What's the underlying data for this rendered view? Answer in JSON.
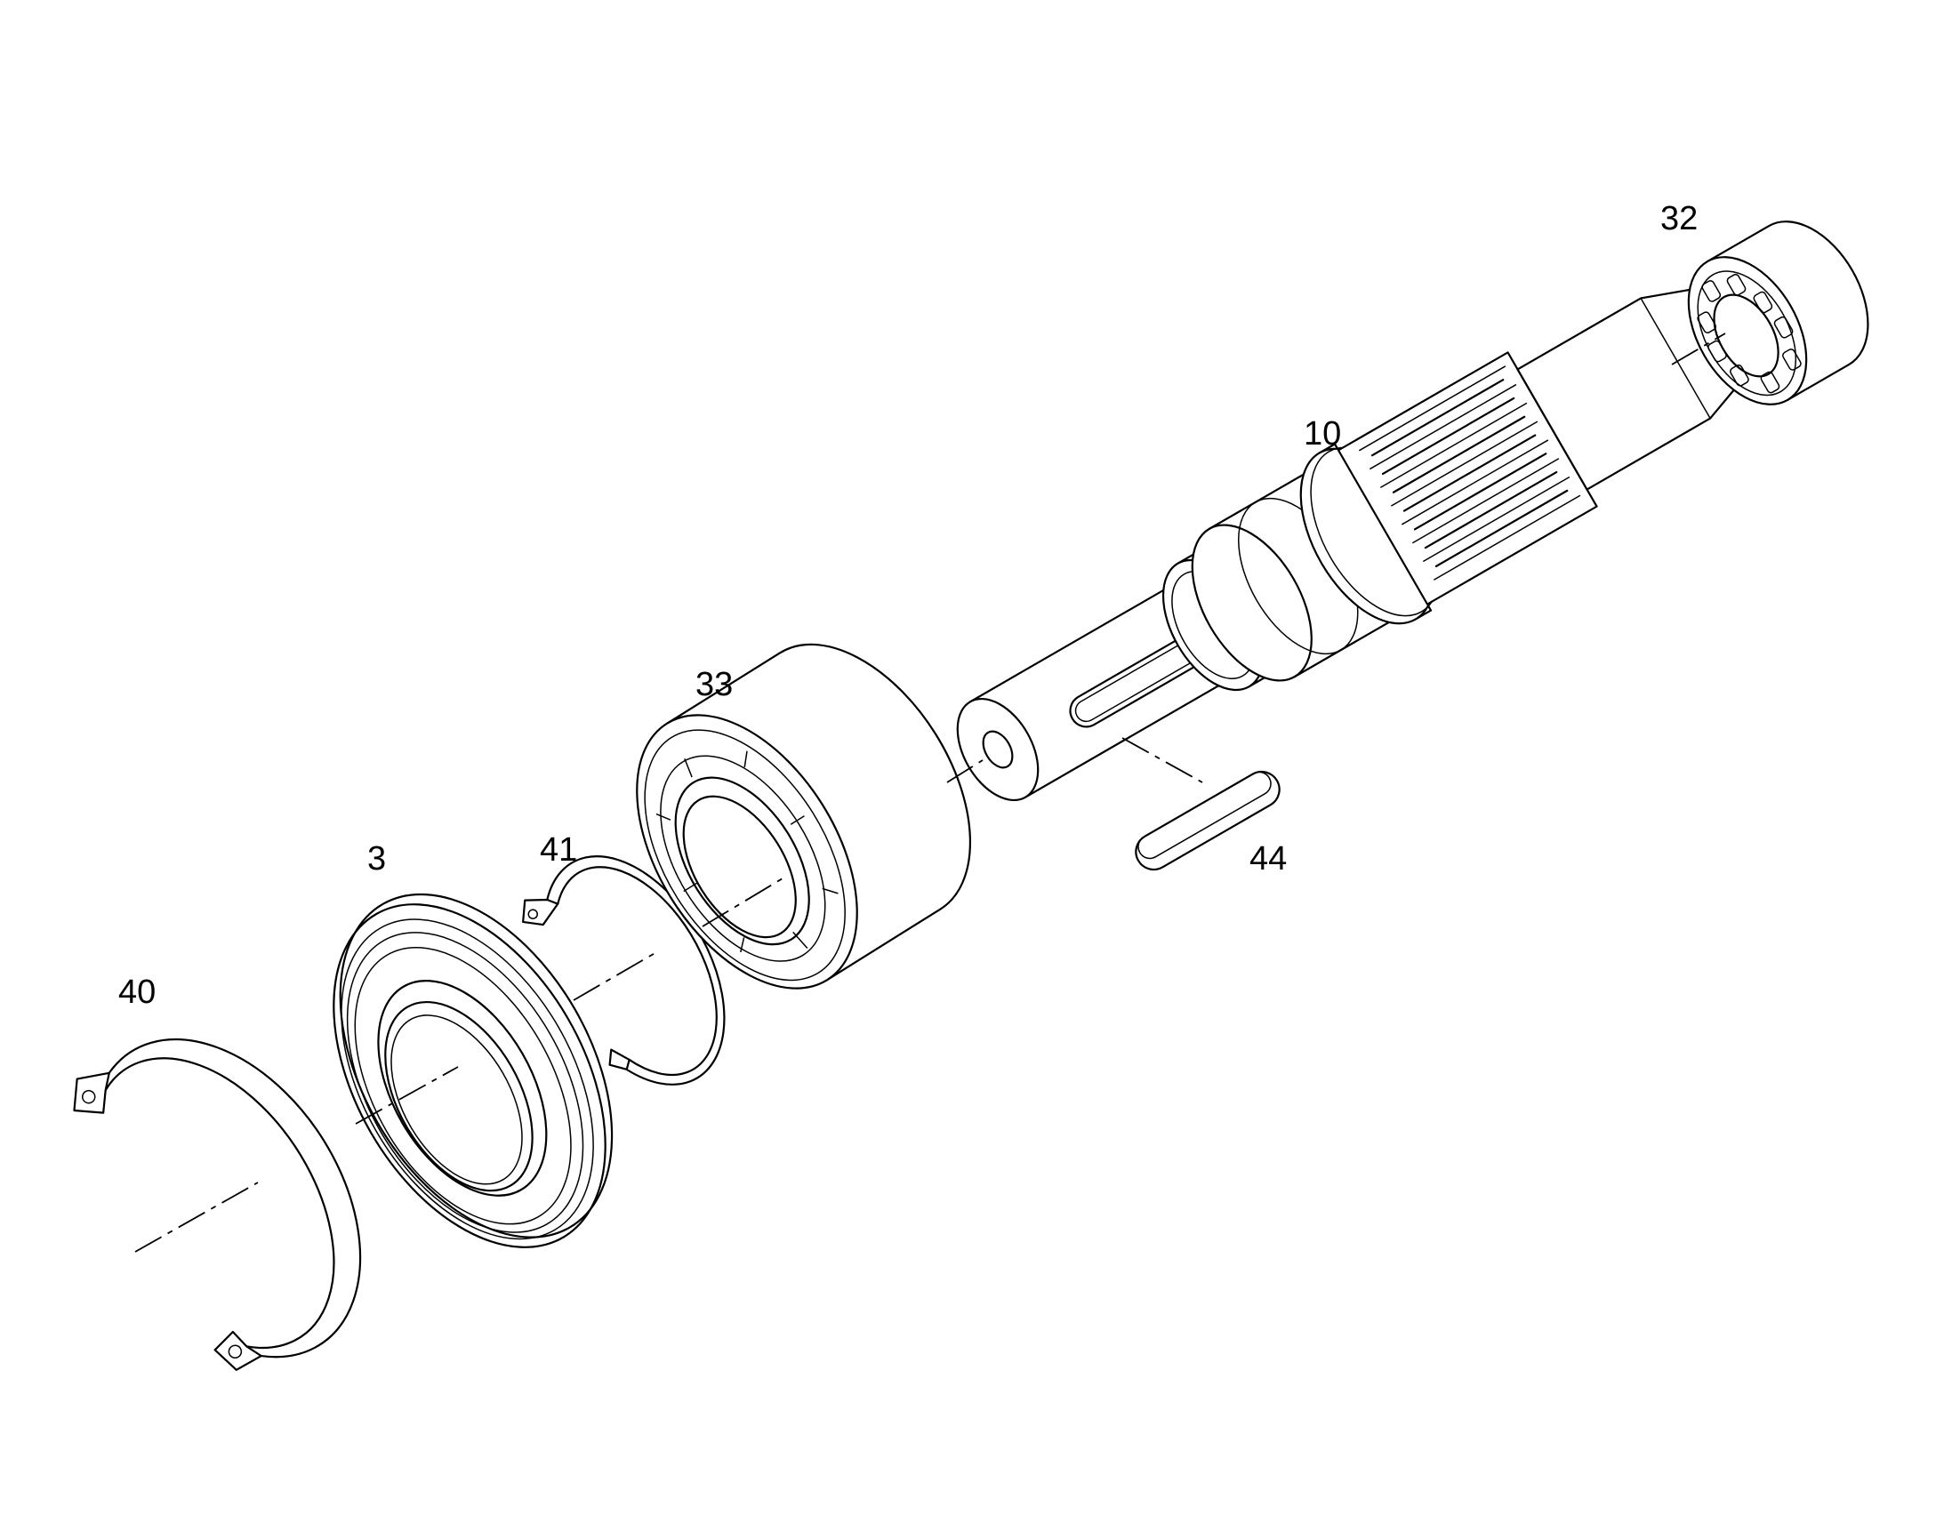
{
  "diagram": {
    "type": "exploded-parts-view",
    "line_color": "#000000",
    "background": "#ffffff",
    "callouts": [
      {
        "id": "40",
        "label": "40"
      },
      {
        "id": "3",
        "label": "3"
      },
      {
        "id": "41",
        "label": "41"
      },
      {
        "id": "33",
        "label": "33"
      },
      {
        "id": "44",
        "label": "44"
      },
      {
        "id": "10",
        "label": "10"
      },
      {
        "id": "32",
        "label": "32"
      }
    ]
  }
}
